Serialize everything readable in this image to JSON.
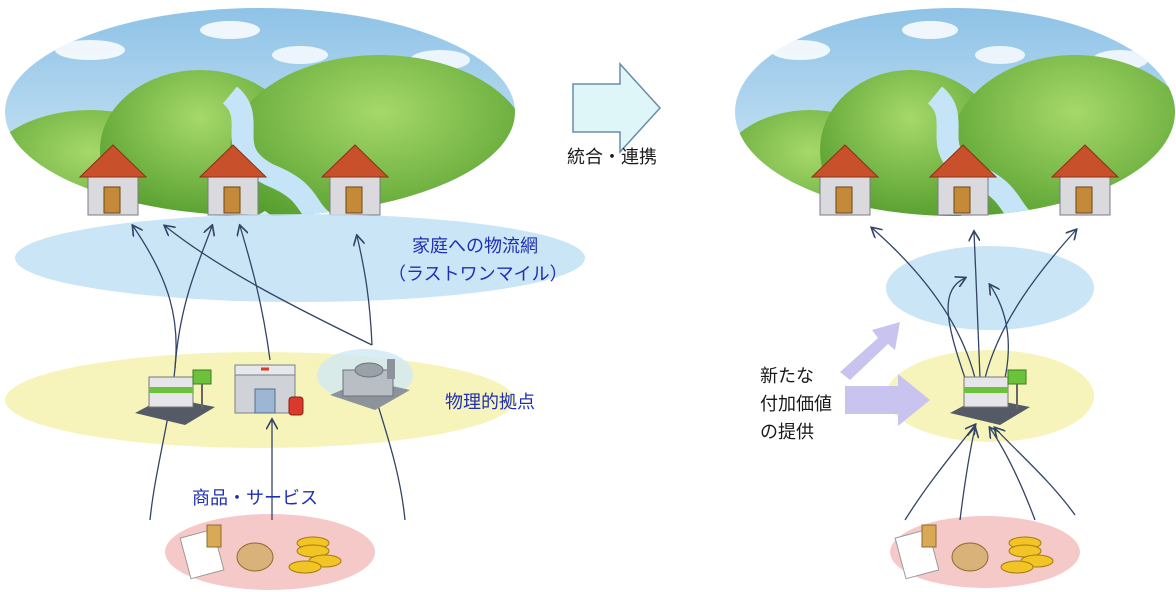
{
  "labels": {
    "integration": "統合・連携",
    "home_network_line1": "家庭への物流網",
    "home_network_line2": "（ラストワンマイル）",
    "physical_base": "物理的拠点",
    "goods_services": "商品・サービス",
    "new_value_line1": "新たな",
    "new_value_line2": "付加価値",
    "new_value_line3": "の提供"
  },
  "colors": {
    "sky": "#a9d0ec",
    "hill": "#7cc242",
    "roof": "#c8502a",
    "network_layer": "#bfe1f4",
    "base_layer": "#f6f3b4",
    "goods_layer": "#f6c9c9",
    "arrow_fill": "#dff6f9",
    "value_arrow": "#c9c3ef",
    "text_blue": "#1f2fb4"
  },
  "icons": {
    "house": "house-icon",
    "convenience_store": "convenience-store-icon",
    "post_office": "post-office-icon",
    "factory": "factory-icon",
    "goods": "goods-icon"
  }
}
